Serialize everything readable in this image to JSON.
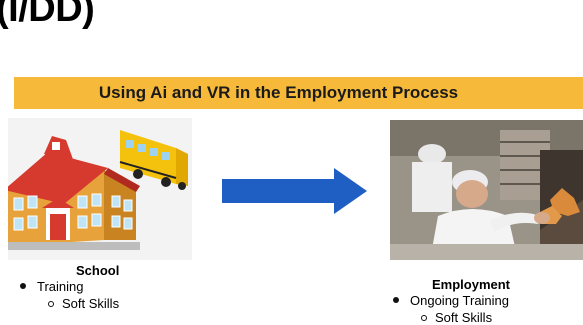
{
  "slide": {
    "heading": "(I/DD)",
    "banner_title": "Using Ai and VR in the Employment Process"
  },
  "school": {
    "title": "School",
    "items": [
      "Training"
    ],
    "sub_items": [
      "Soft Skills"
    ]
  },
  "employment": {
    "title": "Employment",
    "items": [
      "Ongoing Training"
    ],
    "sub_items": [
      "Soft Skills"
    ]
  },
  "colors": {
    "banner": "#f6b93a",
    "arrow": "#1f5fc4"
  },
  "icons": [
    "school-building-illustration",
    "school-bus-icon",
    "right-arrow-icon",
    "kitchen-worker-photo"
  ]
}
